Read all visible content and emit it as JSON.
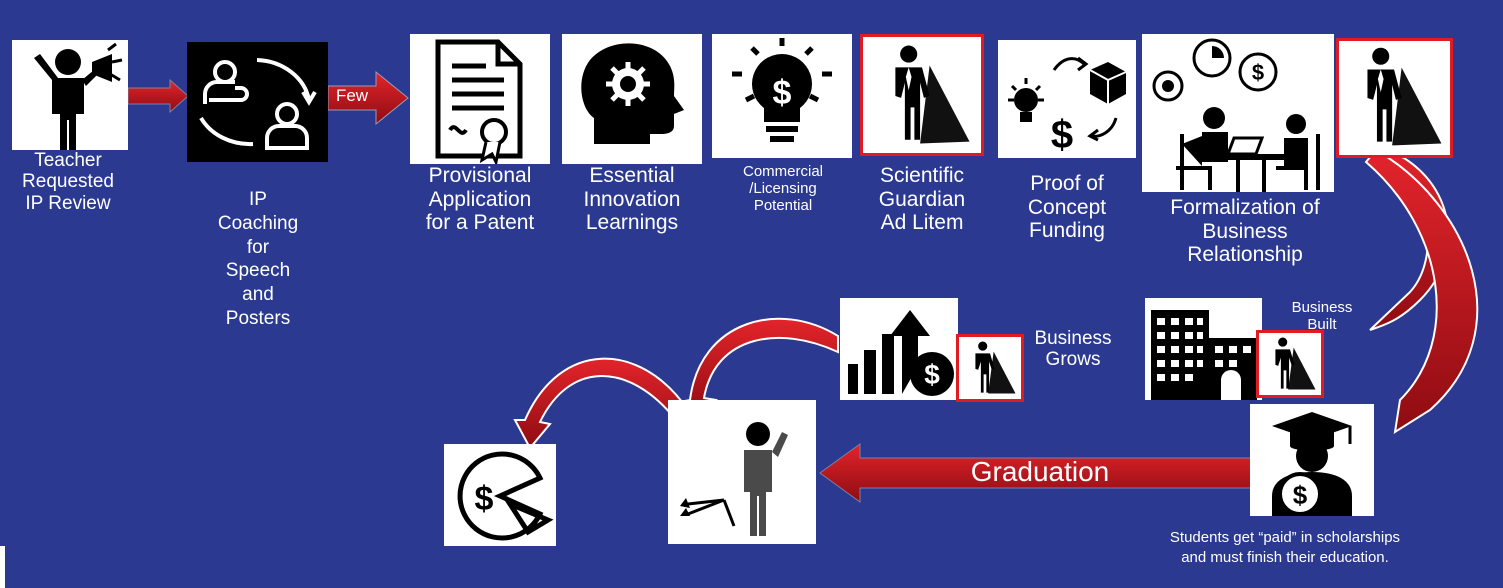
{
  "steps": {
    "teacher": "Teacher\nRequested\nIP Review",
    "coaching": "IP\nCoaching\nfor\nSpeech\nand\nPosters",
    "few": "Few",
    "provisional": "Provisional\nApplication\nfor a Patent",
    "essential": "Essential\nInnovation\nLearnings",
    "commercial": "Commercial\n/Licensing\nPotential",
    "guardian": "Scientific\nGuardian\nAd Litem",
    "proof": "Proof of\nConcept\nFunding",
    "formalization": "Formalization of\nBusiness\nRelationship",
    "built": "Business\nBuilt",
    "grows": "Business\nGrows",
    "graduation": "Graduation",
    "students": "Students get “paid” in scholarships\nand must finish their education."
  },
  "colors": {
    "background": "#2b3990",
    "arrow": "#c8141b",
    "tile_border": "#e01b22"
  },
  "icons": [
    "megaphone-person-icon",
    "coaching-cycle-icon",
    "certificate-icon",
    "brain-gear-icon",
    "lightbulb-dollar-icon",
    "superhero-icon",
    "idea-to-money-icon",
    "business-meeting-icon",
    "office-building-icon",
    "growth-chart-icon",
    "graduate-dollar-icon",
    "crossroads-person-icon",
    "dollar-pie-icon"
  ]
}
